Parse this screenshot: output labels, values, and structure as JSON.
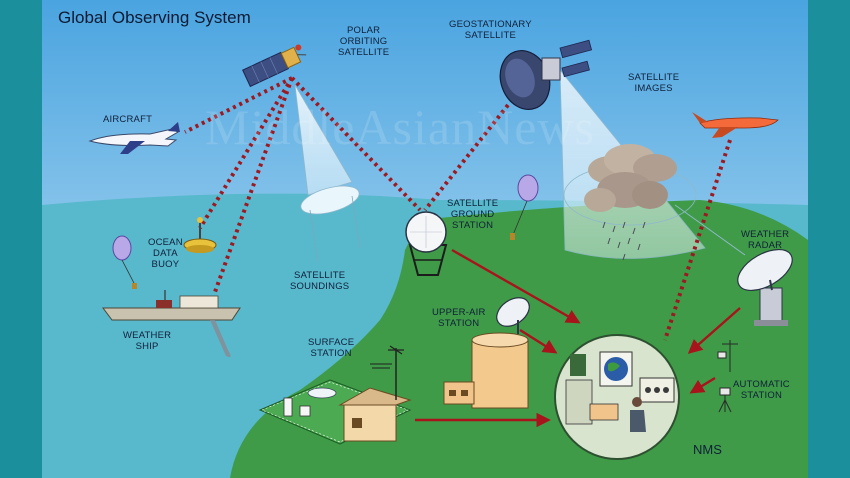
{
  "title": "Global Observing System",
  "watermark": "MiddleAsianNews",
  "labels": {
    "aircraft": "AIRCRAFT",
    "polar_l1": "POLAR",
    "polar_l2": "ORBITING",
    "polar_l3": "SATELLITE",
    "geo_l1": "GEOSTATIONARY",
    "geo_l2": "SATELLITE",
    "images_l1": "SATELLITE",
    "images_l2": "IMAGES",
    "buoy_l1": "OCEAN",
    "buoy_l2": "DATA",
    "buoy_l3": "BUOY",
    "soundings_l1": "SATELLITE",
    "soundings_l2": "SOUNDINGS",
    "ground_l1": "SATELLITE",
    "ground_l2": "GROUND",
    "ground_l3": "STATION",
    "radar_l1": "WEATHER",
    "radar_l2": "RADAR",
    "ship_l1": "WEATHER",
    "ship_l2": "SHIP",
    "upper_l1": "UPPER-AIR",
    "upper_l2": "STATION",
    "surface_l1": "SURFACE",
    "surface_l2": "STATION",
    "auto_l1": "AUTOMATIC",
    "auto_l2": "STATION",
    "nms": "NMS"
  },
  "colors": {
    "sky_top": "#5fb2e6",
    "sky_bottom": "#c6e6f6",
    "sea": "#52b7cc",
    "land": "#3f9b47",
    "link_dotted": "#9b1a22",
    "arrow": "#a8141c"
  }
}
